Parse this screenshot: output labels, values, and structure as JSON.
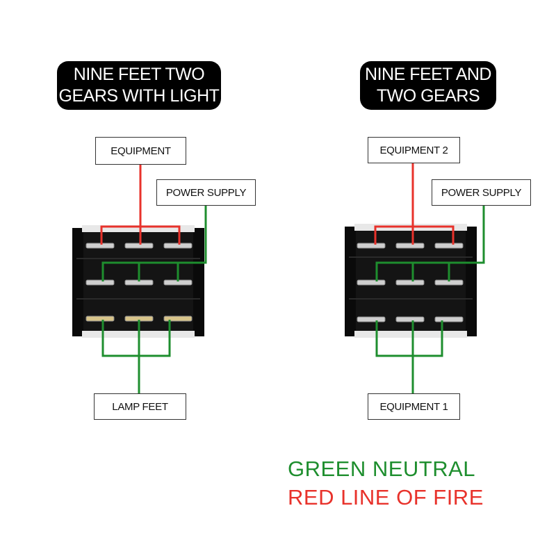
{
  "left": {
    "title": "NINE FEET TWO\nGEARS WITH LIGHT",
    "top_label": "EQUIPMENT",
    "side_label": "POWER SUPPLY",
    "bottom_label": "LAMP FEET"
  },
  "right": {
    "title": "NINE FEET AND\nTWO GEARS",
    "top_label": "EQUIPMENT 2",
    "side_label": "POWER SUPPLY",
    "bottom_label": "EQUIPMENT 1"
  },
  "legend": {
    "green": "GREEN NEUTRAL",
    "red": "RED LINE OF FIRE"
  },
  "colors": {
    "green_wire": "#1e8e2e",
    "red_wire": "#e8322b",
    "switch_body": "#141414"
  }
}
